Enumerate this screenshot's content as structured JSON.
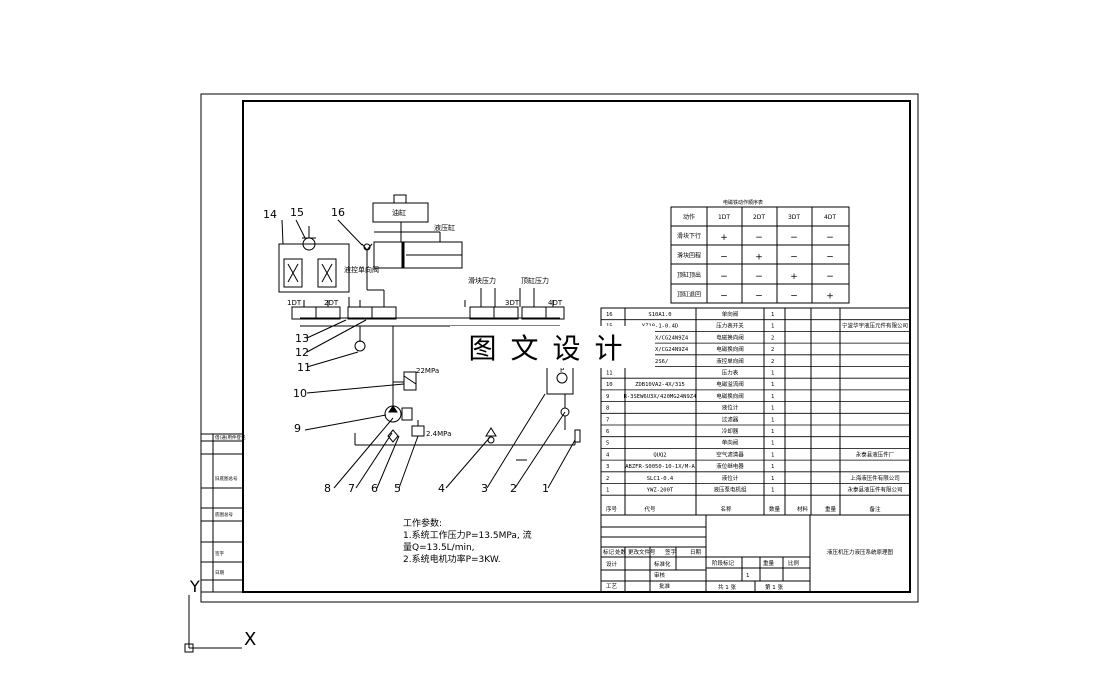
{
  "components": {
    "cylinder": "油缸",
    "cylinder_right_label": "液压缸",
    "pilot_check": "液控单向阀",
    "valve_1": "1DT",
    "valve_2": "2DT",
    "valve_3": "3DT",
    "valve_4": "4DT",
    "circuit_a": "滑块压力",
    "circuit_b": "顶缸压力",
    "pressure_high": "22MPa",
    "pressure_low": "2.4MPa",
    "note_p": "P"
  },
  "callouts": [
    "14",
    "15",
    "16",
    "13",
    "12",
    "11",
    "10",
    "9",
    "8",
    "7",
    "6",
    "5",
    "4",
    "3",
    "2",
    "1"
  ],
  "notes": {
    "title": "工作参数:",
    "line1": "1.系统工作压力P=13.5MPa, 流",
    "line2": "量Q=13.5L/min,",
    "line3": "2.系统电机功率P=3KW."
  },
  "solenoid_table": {
    "title": "电磁铁动作顺序表",
    "header": [
      "动作",
      "1DT",
      "2DT",
      "3DT",
      "4DT"
    ],
    "rows": [
      [
        "滑块下行",
        "+",
        "−",
        "−",
        "−"
      ],
      [
        "滑块回程",
        "−",
        "+",
        "−",
        "−"
      ],
      [
        "顶缸顶出",
        "−",
        "−",
        "+",
        "−"
      ],
      [
        "顶缸退回",
        "−",
        "−",
        "−",
        "+"
      ]
    ]
  },
  "bom": {
    "rows": [
      [
        "16",
        "S10A1.0",
        "单向阀",
        "1",
        "",
        "",
        ""
      ],
      [
        "15",
        "YZ10-1-0.4D",
        "压力表开关",
        "1",
        "",
        "",
        "宁波华宇液压元件有限公司"
      ],
      [
        "14",
        "4WE6E-3X/CG24N9Z4",
        "电磁换向阀",
        "2",
        "",
        "",
        ""
      ],
      [
        "13",
        "4WE6J-3X/CG24N9Z4",
        "电磁换向阀",
        "2",
        "",
        "",
        ""
      ],
      [
        "12",
        "Z2S6/",
        "液控单向阀",
        "2",
        "",
        "",
        ""
      ],
      [
        "11",
        "",
        "压力表",
        "1",
        "",
        "",
        ""
      ],
      [
        "10",
        "ZDB10VA2-4X/315",
        "电磁溢流阀",
        "1",
        "",
        "",
        ""
      ],
      [
        "9",
        "R-3SEW6U3X/420MG24N9Z4",
        "电磁换向阀",
        "1",
        "",
        "",
        ""
      ],
      [
        "8",
        "",
        "液位计",
        "1",
        "",
        "",
        ""
      ],
      [
        "7",
        "",
        "过滤器",
        "1",
        "",
        "",
        ""
      ],
      [
        "6",
        "",
        "冷却器",
        "1",
        "",
        "",
        ""
      ],
      [
        "5",
        "",
        "单向阀",
        "1",
        "",
        "",
        ""
      ],
      [
        "4",
        "QUQ2",
        "空气滤清器",
        "1",
        "",
        "",
        "永泰县液压件厂"
      ],
      [
        "3",
        "ABZFR-S0050-10-1X/M-A",
        "液位继电器",
        "1",
        "",
        "",
        ""
      ],
      [
        "2",
        "SLC1-0.4",
        "液位计",
        "1",
        "",
        "",
        "上海液压件有限公司"
      ],
      [
        "1",
        "YWZ-200T",
        "液压泵电机组",
        "1",
        "",
        "",
        "永泰县液压件有限公司"
      ]
    ],
    "header": [
      "序号",
      "代号",
      "名称",
      "数量",
      "材料",
      "重量",
      "备注"
    ]
  },
  "title_block": {
    "drawing_name": "液压机压力液压系统原理图",
    "labels": [
      "标记",
      "处数",
      "更改文件号",
      "签字",
      "日期"
    ],
    "design": "设计",
    "check": "审核",
    "process": "工艺",
    "standard": "标准化",
    "approve": "批准",
    "stage": "阶段标记",
    "weight": "重量",
    "scale": "比例",
    "sheet_total": "共 1 张",
    "sheet_no": "第 1 张",
    "one": "1"
  },
  "left_strip": [
    "借(通)用件登记",
    "",
    "旧底图总号",
    "",
    "底图总号",
    "",
    "签字",
    "日期"
  ],
  "ucs": {
    "x": "X",
    "y": "Y"
  },
  "watermark": "图文设计"
}
